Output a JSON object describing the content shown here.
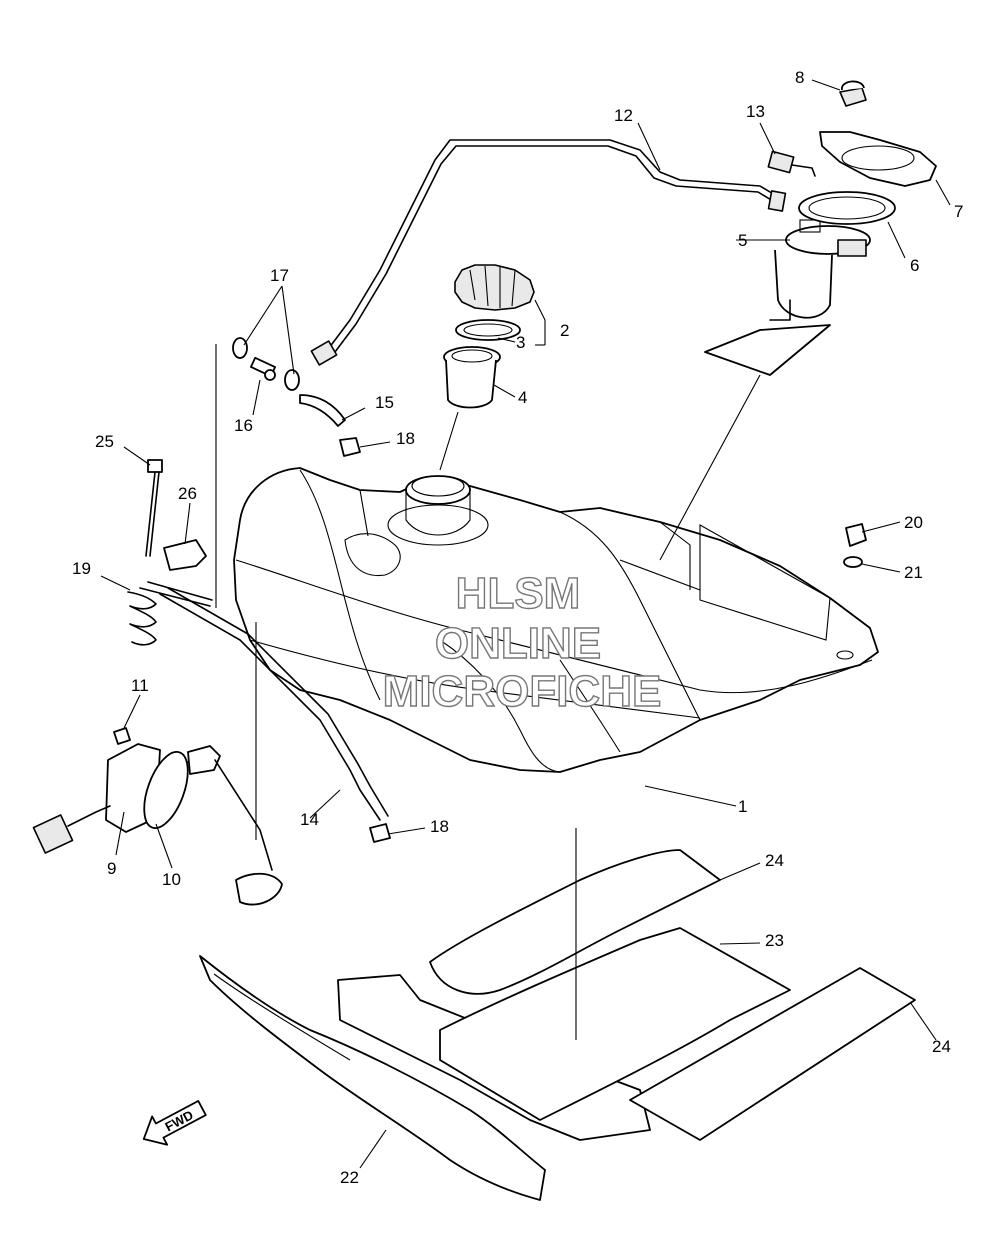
{
  "watermark": {
    "line1": "HLSM",
    "line2": "ONLINE",
    "line3": "MICROFICHE"
  },
  "direction_marker": "FWD",
  "callouts": {
    "c1": "1",
    "c2": "2",
    "c3": "3",
    "c4": "4",
    "c5": "5",
    "c6": "6",
    "c7": "7",
    "c8": "8",
    "c9": "9",
    "c10": "10",
    "c11": "11",
    "c12": "12",
    "c13": "13",
    "c14": "14",
    "c15": "15",
    "c16": "16",
    "c17": "17",
    "c18a": "18",
    "c18b": "18",
    "c19": "19",
    "c20": "20",
    "c21": "21",
    "c22": "22",
    "c23": "23",
    "c24a": "24",
    "c24b": "24",
    "c25": "25",
    "c26": "26"
  }
}
